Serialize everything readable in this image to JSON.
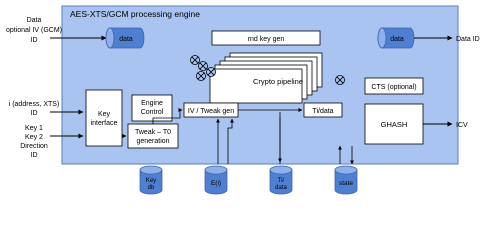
{
  "engine": {
    "title": "AES-XTS/GCM processing engine"
  },
  "inputs": {
    "data_line1": "Data",
    "data_line2": "optional IV (GCM)",
    "data_line3": "ID",
    "addr_line1": "i (address, XTS)",
    "addr_line2": "ID",
    "key_line1": "Key 1",
    "key_line2": "Key 2",
    "key_line3": "Direction",
    "key_line4": "ID"
  },
  "outputs": {
    "data_id": "Data ID",
    "icv": "ICV"
  },
  "blocks": {
    "data_in": "data",
    "data_out": "data",
    "rnd_key_gen": "rnd key gen",
    "crypto_pipeline": "Crypto pipeline",
    "key_interface_1": "Key",
    "key_interface_2": "interface",
    "engine_control_1": "Engine",
    "engine_control_2": "Control",
    "tweak_t0_1": "Tweak – T0",
    "tweak_t0_2": "generation",
    "iv_tweak_gen": "IV / Tweak gen",
    "ti_data": "Ti/data",
    "cts": "CTS (optional)",
    "ghash": "GHASH"
  },
  "stores": {
    "key_db_1": "Key",
    "key_db_2": "db",
    "e0": "E(i)",
    "ti_data_1": "Ti/",
    "ti_data_2": "data",
    "state": "state"
  },
  "colors": {
    "engine_fill": "#a9c4f0",
    "engine_stroke": "#5a7dc0",
    "cylinder": "#4f7fd1",
    "cylinder_top": "#8fb0ea"
  }
}
